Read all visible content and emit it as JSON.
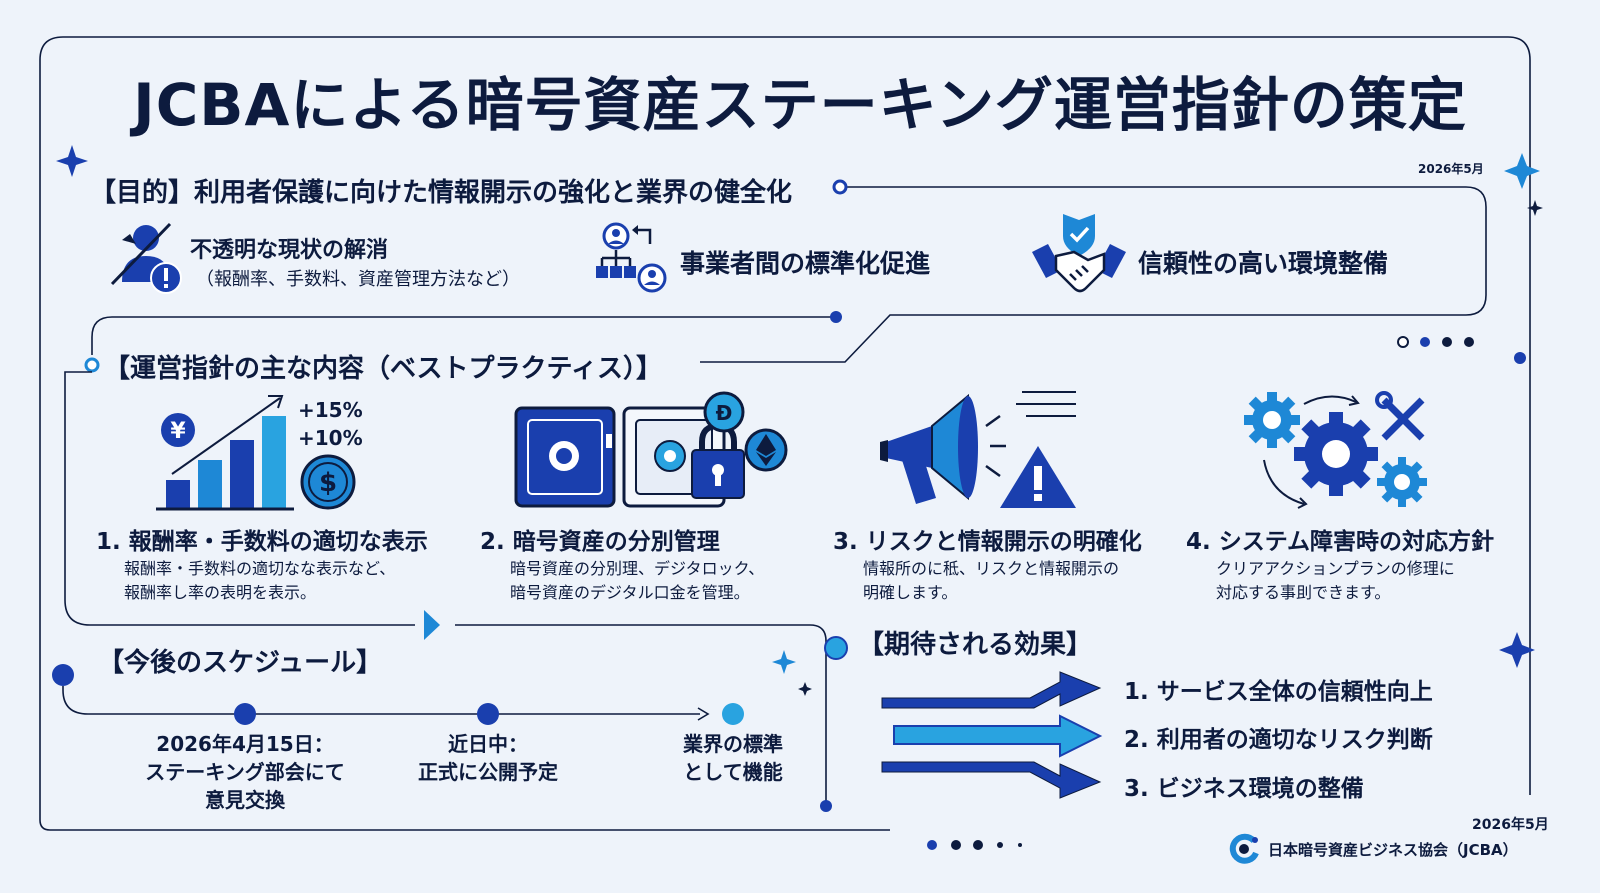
{
  "title": "JCBAによる暗号資産ステーキング運営指針の策定",
  "date_top": "2026年5月",
  "purpose": {
    "heading": "【目的】利用者保護に向けた情報開示の強化と業界の健全化",
    "items": [
      {
        "label": "不透明な現状の解消",
        "sub": "（報酬率、手数料、資産管理方法など）",
        "icon": "person-warning-icon"
      },
      {
        "label": "事業者間の標準化促進",
        "icon": "org-network-icon"
      },
      {
        "label": "信頼性の高い環境整備",
        "icon": "handshake-shield-icon"
      }
    ]
  },
  "guidelines": {
    "heading": "【運営指針の主な内容（ベストプラクティス）】",
    "chart_labels": [
      "+15%",
      "+10%"
    ],
    "items": [
      {
        "title": "1. 報酬率・手数料の適切な表示",
        "desc": "報酬率・手数料の適切なな表示など、\n報酬率し率の表明を表示。",
        "icon": "bar-chart-yen-dollar-icon"
      },
      {
        "title": "2. 暗号資産の分別管理",
        "desc": "暗号資産の分別理、デジタロック、\n暗号資産のデジタル口金を管理。",
        "icon": "safe-lock-crypto-icon"
      },
      {
        "title": "3. リスクと情報開示の明確化",
        "desc": "情報所のに秪、リスクと情報開示の\n明確します。",
        "icon": "megaphone-warning-icon"
      },
      {
        "title": "4. システム障害時の対応方針",
        "desc": "クリアアクションプランの修理に\n対応する事刞できます。",
        "icon": "gears-tools-icon"
      }
    ]
  },
  "schedule": {
    "heading": "【今後のスケジュール】",
    "steps": [
      {
        "label": "2026年4月15日：\nステーキング部会にて\n意見交換"
      },
      {
        "label": "近日中：\n正式に公開予定"
      },
      {
        "label": "業界の標準\nとして機能"
      }
    ]
  },
  "effects": {
    "heading": "【期待される効果】",
    "items": [
      "1. サービス全体の信頼性向上",
      "2. 利用者の適切なリスク判断",
      "3. ビジネス環境の整備"
    ]
  },
  "footer": {
    "date": "2026年5月",
    "org": "日本暗号資産ビジネス協会（JCBA）",
    "logo_icon": "jcba-logo-icon"
  },
  "colors": {
    "navy": "#0d1b3e",
    "blue": "#1a3fae",
    "bright": "#1e88d6",
    "light": "#29a3e0"
  }
}
